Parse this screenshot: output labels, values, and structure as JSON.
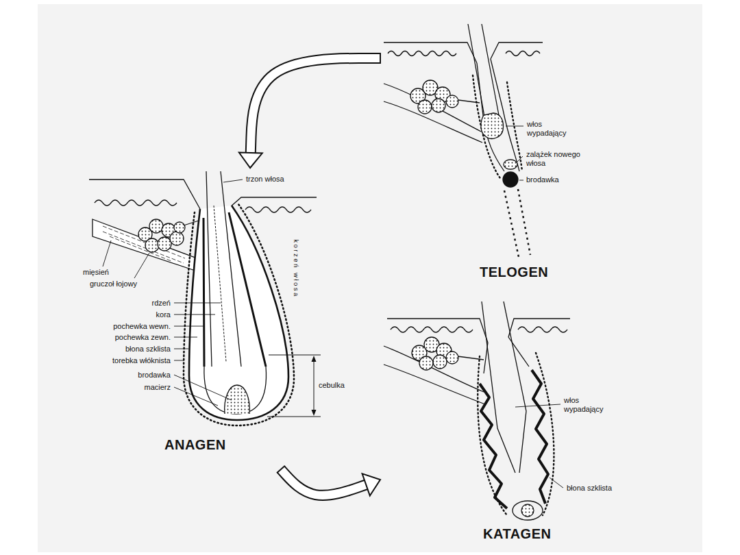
{
  "diagram": {
    "nodes": [
      {
        "text": [
          "TELOGEN"
        ]
      },
      {
        "text": [
          "ANAGEN"
        ]
      },
      {
        "text": [
          "KATAGEN"
        ]
      }
    ],
    "edges": [
      {
        "from": 0,
        "to": 1,
        "arrow": "to"
      },
      {
        "from": 1,
        "to": 2,
        "arrow": "to"
      }
    ],
    "labels": [
      "włos wypadający",
      "zalążek nowego włosa",
      "brodawka",
      "trzon włosa",
      "mięsień",
      "gruczoł łojowy",
      "korzeń włosa",
      "rdzeń",
      "kora",
      "pochewka wewn.",
      "pochewka zewn.",
      "błona szklista",
      "torebka włóknista",
      "brodawka",
      "macierz",
      "cebulka",
      "włos wypadający",
      "błona szklista"
    ]
  }
}
